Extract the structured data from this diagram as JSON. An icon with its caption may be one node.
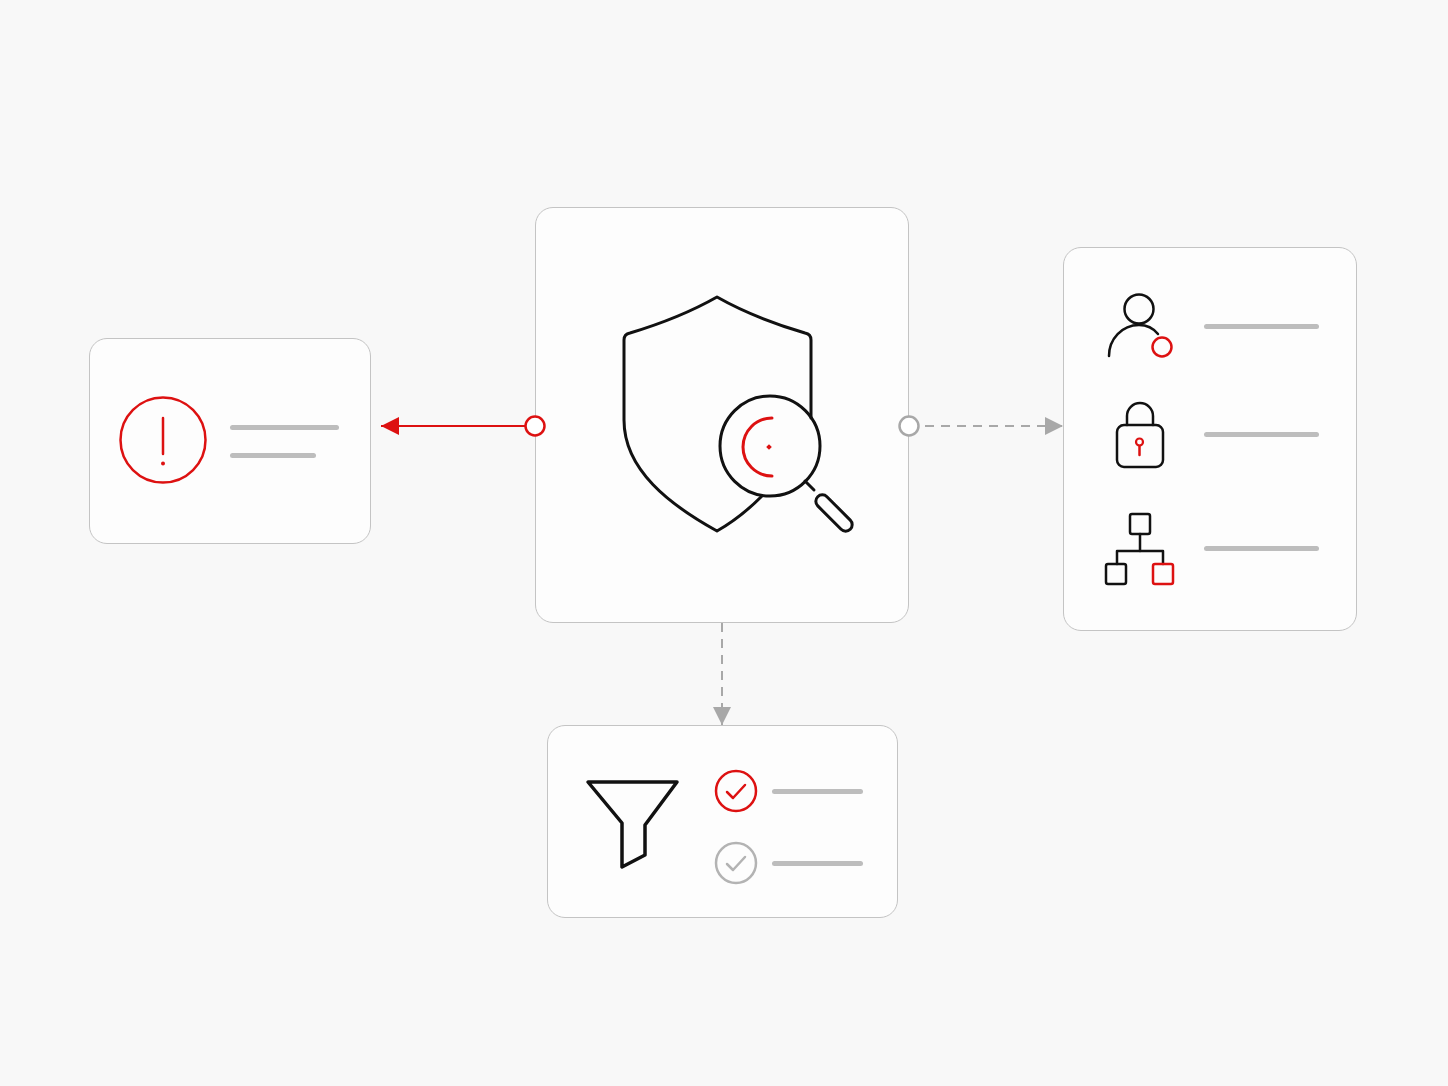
{
  "diagram": {
    "nodes": [
      {
        "text": [],
        "shape": "box"
      },
      {
        "text": [],
        "shape": "box"
      },
      {
        "text": [],
        "shape": "box"
      },
      {
        "text": [],
        "shape": "box"
      }
    ],
    "edges": [
      {
        "from": 1,
        "to": 0,
        "arrow": "to",
        "color": "#dd1111"
      },
      {
        "from": 1,
        "to": 2,
        "arrow": "to",
        "style": "dashed"
      },
      {
        "from": 1,
        "to": 3,
        "arrow": "to",
        "style": "dashed"
      }
    ]
  }
}
